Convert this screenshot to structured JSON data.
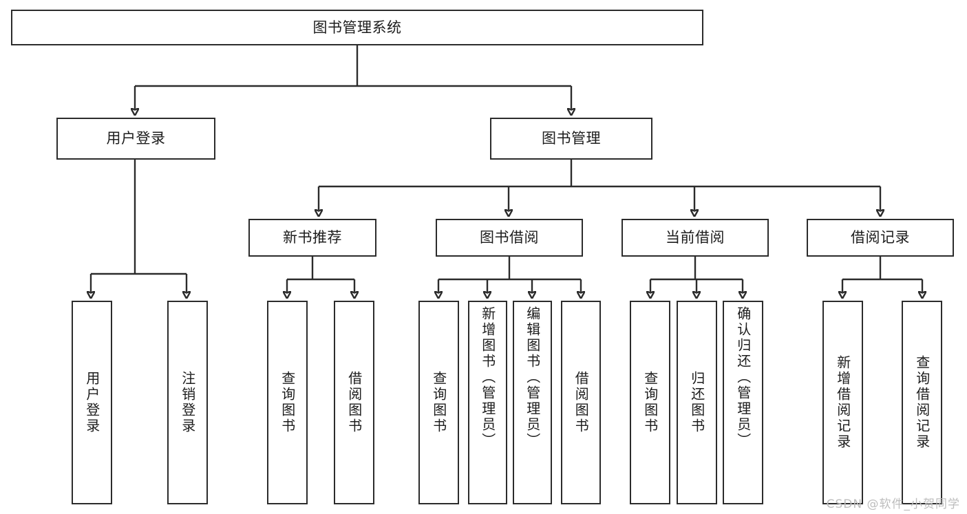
{
  "diagram": {
    "title": "图书管理系统",
    "type": "tree",
    "root": {
      "id": "root",
      "label": "图书管理系统"
    },
    "level2": [
      {
        "id": "user-login",
        "label": "用户登录"
      },
      {
        "id": "book-manage",
        "label": "图书管理"
      }
    ],
    "level3": [
      {
        "id": "new-book-recommend",
        "label": "新书推荐",
        "parent": "book-manage"
      },
      {
        "id": "book-borrow",
        "label": "图书借阅",
        "parent": "book-manage"
      },
      {
        "id": "current-borrow",
        "label": "当前借阅",
        "parent": "book-manage"
      },
      {
        "id": "borrow-record",
        "label": "借阅记录",
        "parent": "book-manage"
      }
    ],
    "leaves": [
      {
        "id": "leaf-user-login",
        "label": "用户登录",
        "parent": "user-login"
      },
      {
        "id": "leaf-user-logout",
        "label": "注销登录",
        "parent": "user-login"
      },
      {
        "id": "leaf-query-book-1",
        "label": "查询图书",
        "parent": "new-book-recommend"
      },
      {
        "id": "leaf-borrow-book-1",
        "label": "借阅图书",
        "parent": "new-book-recommend"
      },
      {
        "id": "leaf-query-book-2",
        "label": "查询图书",
        "parent": "book-borrow"
      },
      {
        "id": "leaf-add-book",
        "label": "新增图书（管理员）",
        "parent": "book-borrow"
      },
      {
        "id": "leaf-edit-book",
        "label": "编辑图书（管理员）",
        "parent": "book-borrow"
      },
      {
        "id": "leaf-borrow-book-2",
        "label": "借阅图书",
        "parent": "book-borrow"
      },
      {
        "id": "leaf-query-book-3",
        "label": "查询图书",
        "parent": "current-borrow"
      },
      {
        "id": "leaf-return-book",
        "label": "归还图书",
        "parent": "current-borrow"
      },
      {
        "id": "leaf-confirm-return",
        "label": "确认归还（管理员）",
        "parent": "current-borrow"
      },
      {
        "id": "leaf-add-record",
        "label": "新增借阅记录",
        "parent": "borrow-record"
      },
      {
        "id": "leaf-query-record",
        "label": "查询借阅记录",
        "parent": "borrow-record"
      }
    ]
  },
  "watermark": {
    "text": "CSDN @软件_小贺同学"
  },
  "colors": {
    "border": "#2b2b2b",
    "background": "#ffffff",
    "text": "#1c1c1c",
    "watermark": "#bdbdbd"
  }
}
